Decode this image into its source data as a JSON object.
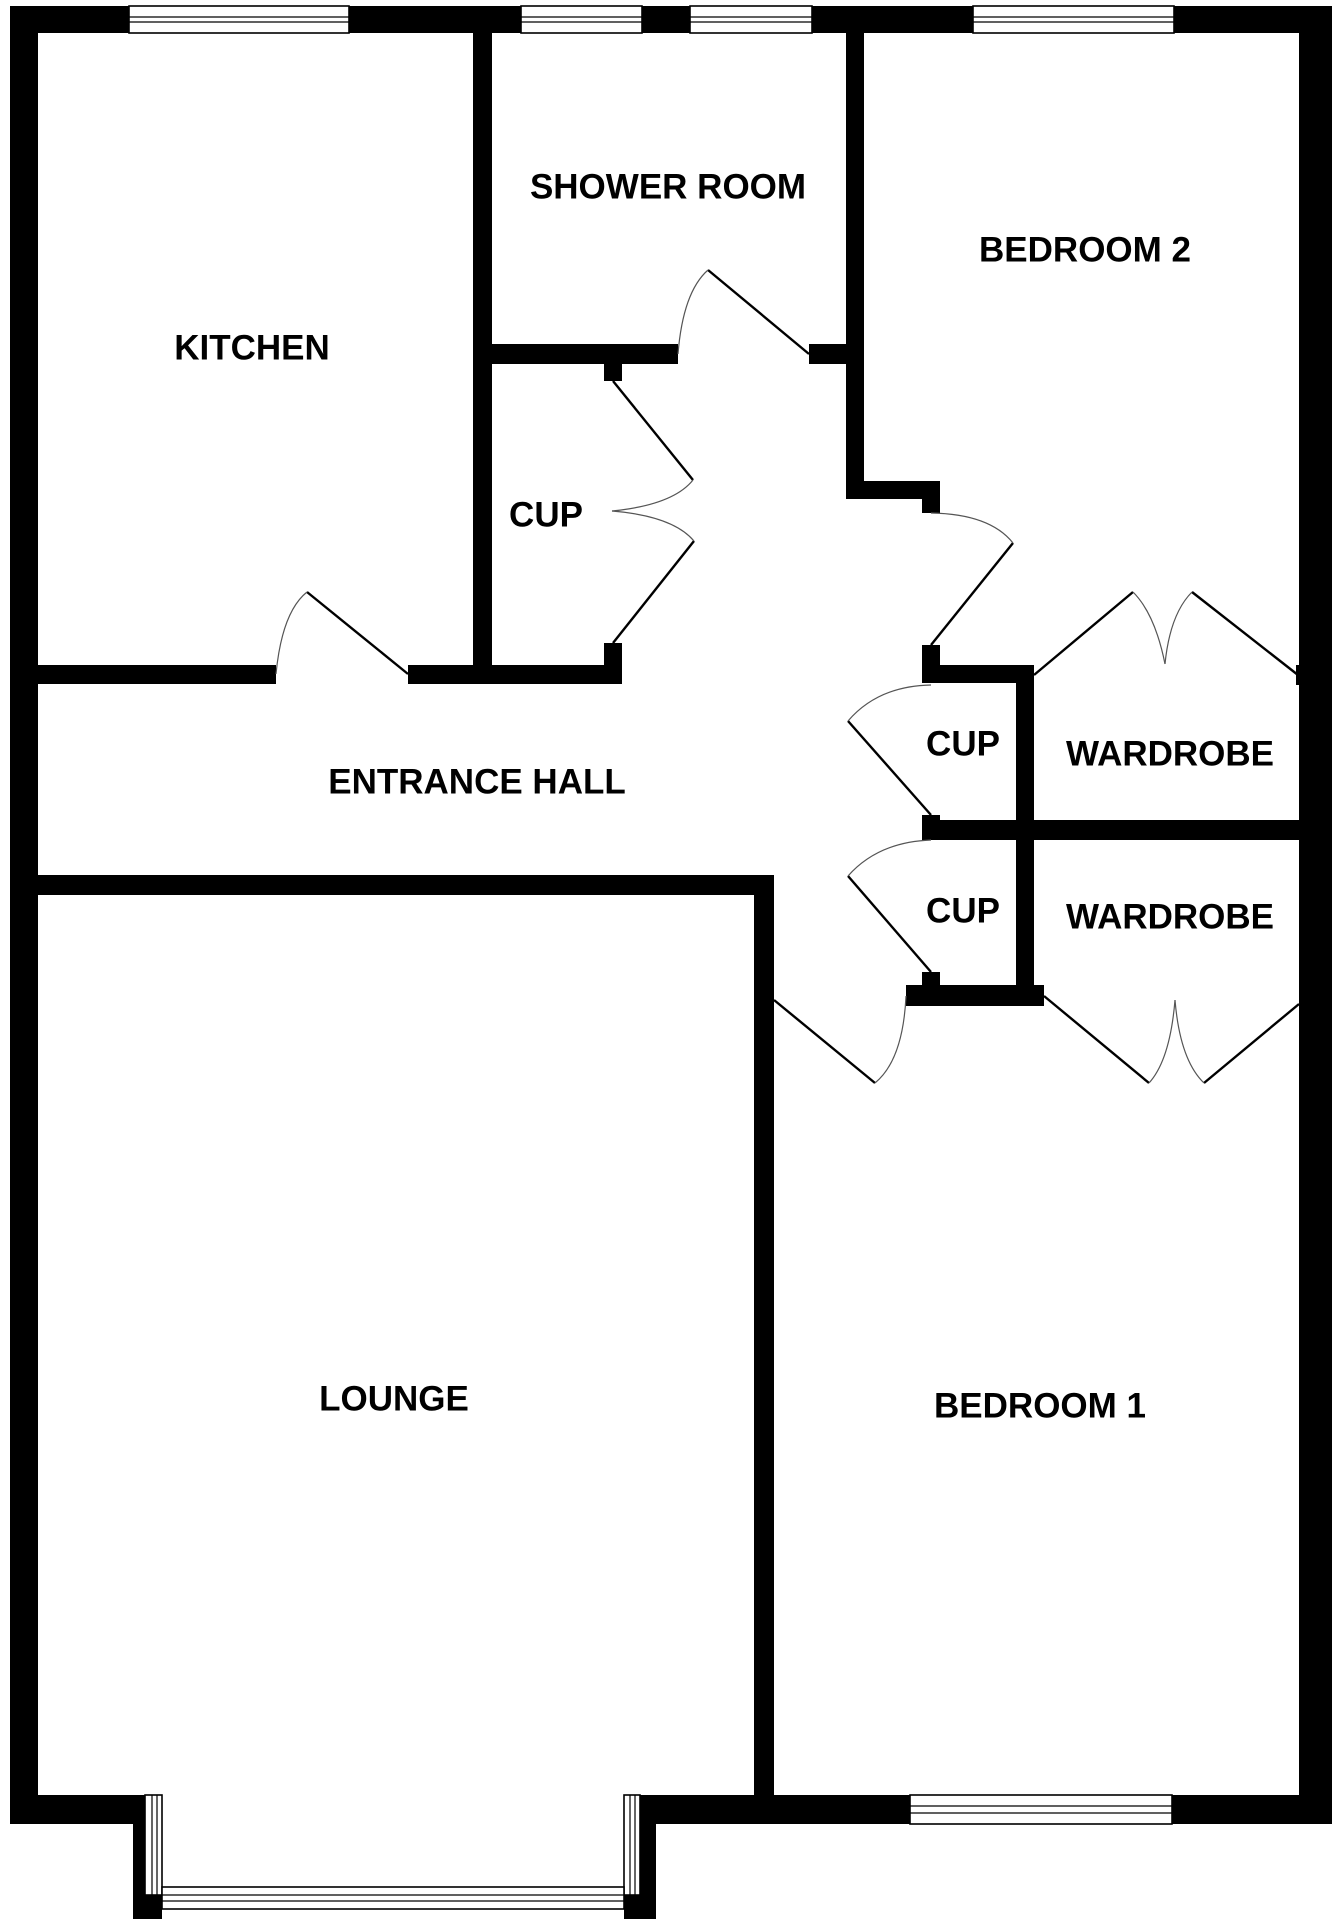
{
  "floorplan": {
    "rooms": {
      "kitchen": "KITCHEN",
      "shower_room": "SHOWER ROOM",
      "bedroom_2": "BEDROOM 2",
      "cupboard_hall": "CUP",
      "entrance_hall": "ENTRANCE HALL",
      "cupboard_upper": "CUP",
      "wardrobe_upper": "WARDROBE",
      "cupboard_lower": "CUP",
      "wardrobe_lower": "WARDROBE",
      "lounge": "LOUNGE",
      "bedroom_1": "BEDROOM 1"
    },
    "colors": {
      "wall": "#000000",
      "background": "#ffffff",
      "door_swing": "#555555"
    }
  }
}
